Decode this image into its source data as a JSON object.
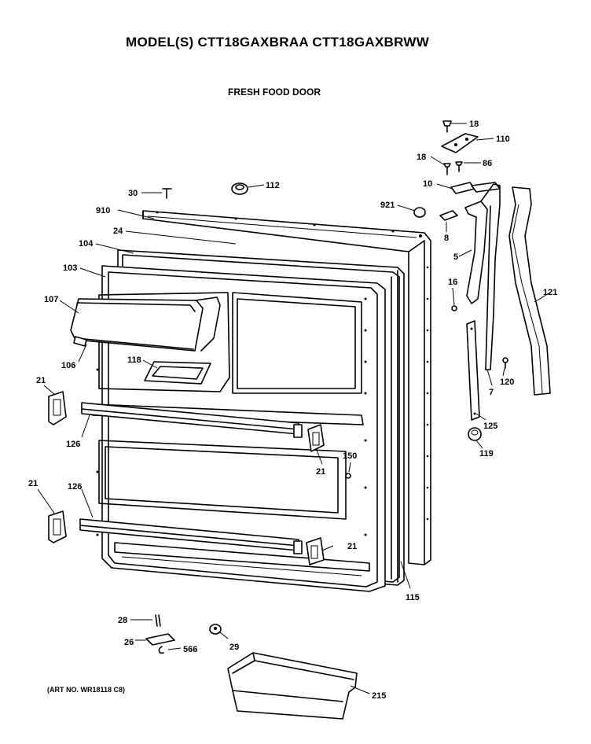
{
  "header": {
    "model_title": "MODEL(S) CTT18GAXBRAA  CTT18GAXBRWW",
    "section_title": "FRESH FOOD DOOR"
  },
  "footer": {
    "art_no": "(ART NO. WR18118 C8)"
  },
  "callouts": [
    {
      "id": "c18a",
      "label": "18"
    },
    {
      "id": "c110",
      "label": "110"
    },
    {
      "id": "c18b",
      "label": "18"
    },
    {
      "id": "c86",
      "label": "86"
    },
    {
      "id": "c30",
      "label": "30"
    },
    {
      "id": "c112",
      "label": "112"
    },
    {
      "id": "c10",
      "label": "10"
    },
    {
      "id": "c921",
      "label": "921"
    },
    {
      "id": "c910",
      "label": "910"
    },
    {
      "id": "c8",
      "label": "8"
    },
    {
      "id": "c24",
      "label": "24"
    },
    {
      "id": "c104",
      "label": "104"
    },
    {
      "id": "c5",
      "label": "5"
    },
    {
      "id": "c103",
      "label": "103"
    },
    {
      "id": "c16",
      "label": "16"
    },
    {
      "id": "c121",
      "label": "121"
    },
    {
      "id": "c107",
      "label": "107"
    },
    {
      "id": "c118",
      "label": "118"
    },
    {
      "id": "c106",
      "label": "106"
    },
    {
      "id": "c120",
      "label": "120"
    },
    {
      "id": "c7",
      "label": "7"
    },
    {
      "id": "c21a",
      "label": "21"
    },
    {
      "id": "c125",
      "label": "125"
    },
    {
      "id": "c126a",
      "label": "126"
    },
    {
      "id": "c119",
      "label": "119"
    },
    {
      "id": "c150",
      "label": "150"
    },
    {
      "id": "c21b",
      "label": "21"
    },
    {
      "id": "c21c",
      "label": "21"
    },
    {
      "id": "c126b",
      "label": "126"
    },
    {
      "id": "c21d",
      "label": "21"
    },
    {
      "id": "c115",
      "label": "115"
    },
    {
      "id": "c28",
      "label": "28"
    },
    {
      "id": "c26",
      "label": "26"
    },
    {
      "id": "c566",
      "label": "566"
    },
    {
      "id": "c29",
      "label": "29"
    },
    {
      "id": "c215",
      "label": "215"
    }
  ]
}
